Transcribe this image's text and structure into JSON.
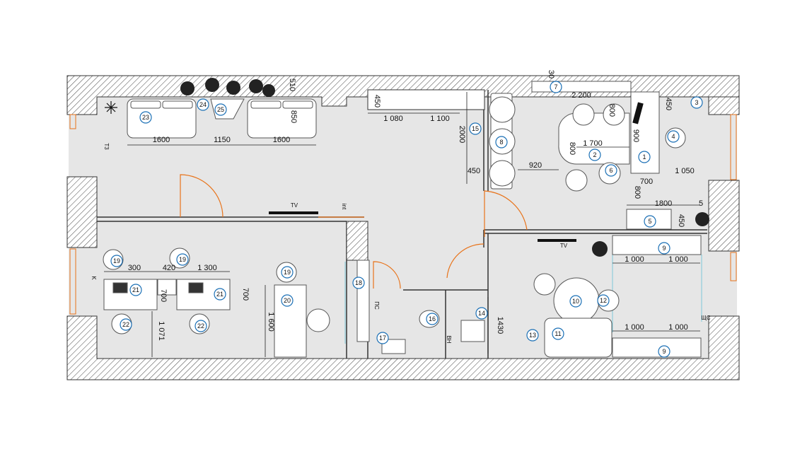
{
  "plan": {
    "markers": [
      "1",
      "2",
      "3",
      "4",
      "5",
      "6",
      "7",
      "8",
      "9",
      "9",
      "10",
      "11",
      "12",
      "13",
      "14",
      "15",
      "16",
      "17",
      "18",
      "19",
      "19",
      "19",
      "20",
      "21",
      "21",
      "22",
      "22",
      "23",
      "24",
      "25"
    ],
    "dimensions": {
      "sofa_left": "1600",
      "sofa_gap": "1150",
      "sofa_right": "1600",
      "sofa_depth": "850",
      "plant_depth": "510",
      "top_shelf_depth": "450",
      "shelf_a": "1 080",
      "shelf_b": "1 100",
      "hall_len": "2000",
      "hall_small": "450",
      "meet_width": "2 200",
      "meet_small": "30",
      "meet_table": "1 700",
      "meet_800a": "800",
      "meet_800b": "800",
      "meet_900": "900",
      "meet_920": "920",
      "meet_450": "450",
      "meet_1050": "1 050",
      "meet_700": "700",
      "meet_800c": "800",
      "meet_1800": "1800",
      "meet_5": "5",
      "meet_450b": "450",
      "desk_300": "300",
      "desk_420": "420",
      "desk_1300": "1 300",
      "desk_700a": "700",
      "desk_700b": "700",
      "desk_1071": "1 071",
      "desk_1600": "1 600",
      "bath_1430": "1430",
      "lounge_1000a": "1 000",
      "lounge_1000b": "1 000",
      "lounge_1000c": "1 000",
      "lounge_1000d": "1 000"
    },
    "text_labels": {
      "tv1": "TV",
      "tv2": "TV",
      "int": "int",
      "t3": "T3",
      "k": "K",
      "ps": "ПС",
      "vn": "ВН",
      "ctrl": "ЩС"
    }
  },
  "colors": {
    "wall": "#555555",
    "floor": "#e6e6e6",
    "door": "#e8731a",
    "marker": "#1a6fb5",
    "furniture": "#ffffff",
    "glass": "#7ec8d8"
  }
}
